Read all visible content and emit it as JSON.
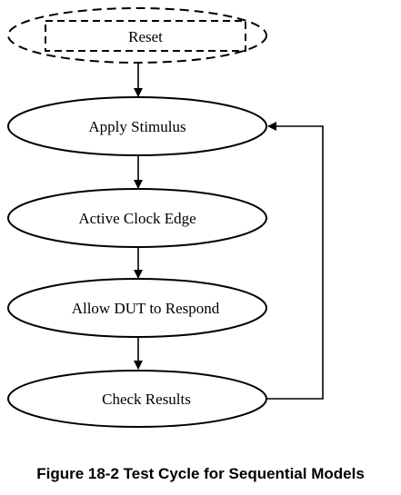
{
  "figure": {
    "caption": "Figure 18-2 Test Cycle for Sequential Models"
  },
  "nodes": {
    "reset": "Reset",
    "apply_stimulus": "Apply Stimulus",
    "active_clock_edge": "Active Clock Edge",
    "allow_dut": "Allow DUT to Respond",
    "check_results": "Check Results"
  },
  "colors": {
    "stroke": "#000000",
    "background": "#ffffff"
  }
}
